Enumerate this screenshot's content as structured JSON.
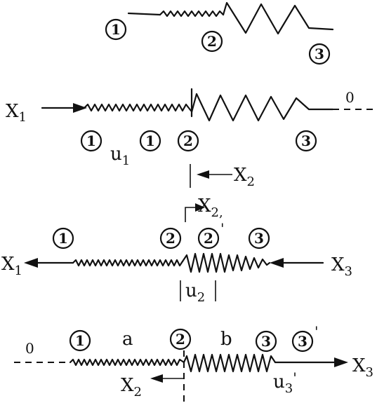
{
  "panel1": {
    "markers": [
      "1",
      "2",
      "3"
    ]
  },
  "panel2": {
    "labels": {
      "x1": "X",
      "x1_sub": "1",
      "zero": "0",
      "u1": "u",
      "u1_sub": "1",
      "x2": "X",
      "x2_sub": "2"
    },
    "markers": [
      "1",
      "1",
      "2",
      "3"
    ]
  },
  "panel3": {
    "labels": {
      "x2p": "X",
      "x2p_sub": "2,",
      "x1": "X",
      "x1_sub": "1",
      "x3": "X",
      "x3_sub": "3",
      "u2": "u",
      "u2_sub": "2"
    },
    "markers": [
      "1",
      "2",
      "2",
      "3"
    ],
    "primes": [
      "'"
    ]
  },
  "panel4": {
    "labels": {
      "zero": "0",
      "a": "a",
      "b": "b",
      "x3": "X",
      "x3_sub": "3",
      "x2": "X",
      "x2_sub": "2",
      "u3": "u",
      "u3_sub": "3",
      "u3_prime": "'"
    },
    "markers": [
      "1",
      "2",
      "3",
      "3"
    ],
    "primes": [
      "'"
    ]
  }
}
